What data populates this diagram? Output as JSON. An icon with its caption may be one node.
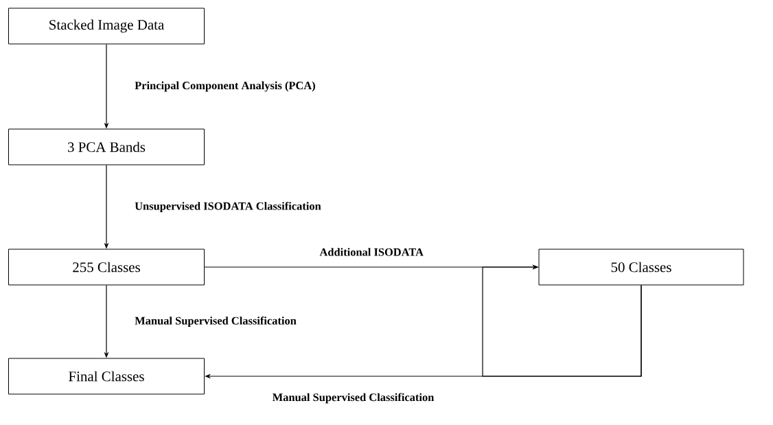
{
  "diagram": {
    "nodes": [
      {
        "text": [
          "Stacked Image Data"
        ]
      },
      {
        "text": [
          "3 PCA Bands"
        ]
      },
      {
        "text": [
          "255 Classes"
        ]
      },
      {
        "text": [
          "50 Classes"
        ]
      },
      {
        "text": [
          "Final Classes"
        ]
      }
    ],
    "edges": [
      {
        "from": 0,
        "to": 1,
        "arrow": "to",
        "label": "Principal Component Analysis (PCA)"
      },
      {
        "from": 1,
        "to": 2,
        "arrow": "to",
        "label": "Unsupervised ISODATA Classification"
      },
      {
        "from": 2,
        "to": 3,
        "arrow": "to",
        "label": "Additional ISODATA"
      },
      {
        "from": 2,
        "to": 4,
        "arrow": "to",
        "label": "Manual Supervised Classification"
      },
      {
        "from": 3,
        "to": 4,
        "arrow": "to",
        "label": "Manual Supervised Classification"
      },
      {
        "from": 3,
        "to": 3,
        "arrow": "to"
      }
    ]
  }
}
